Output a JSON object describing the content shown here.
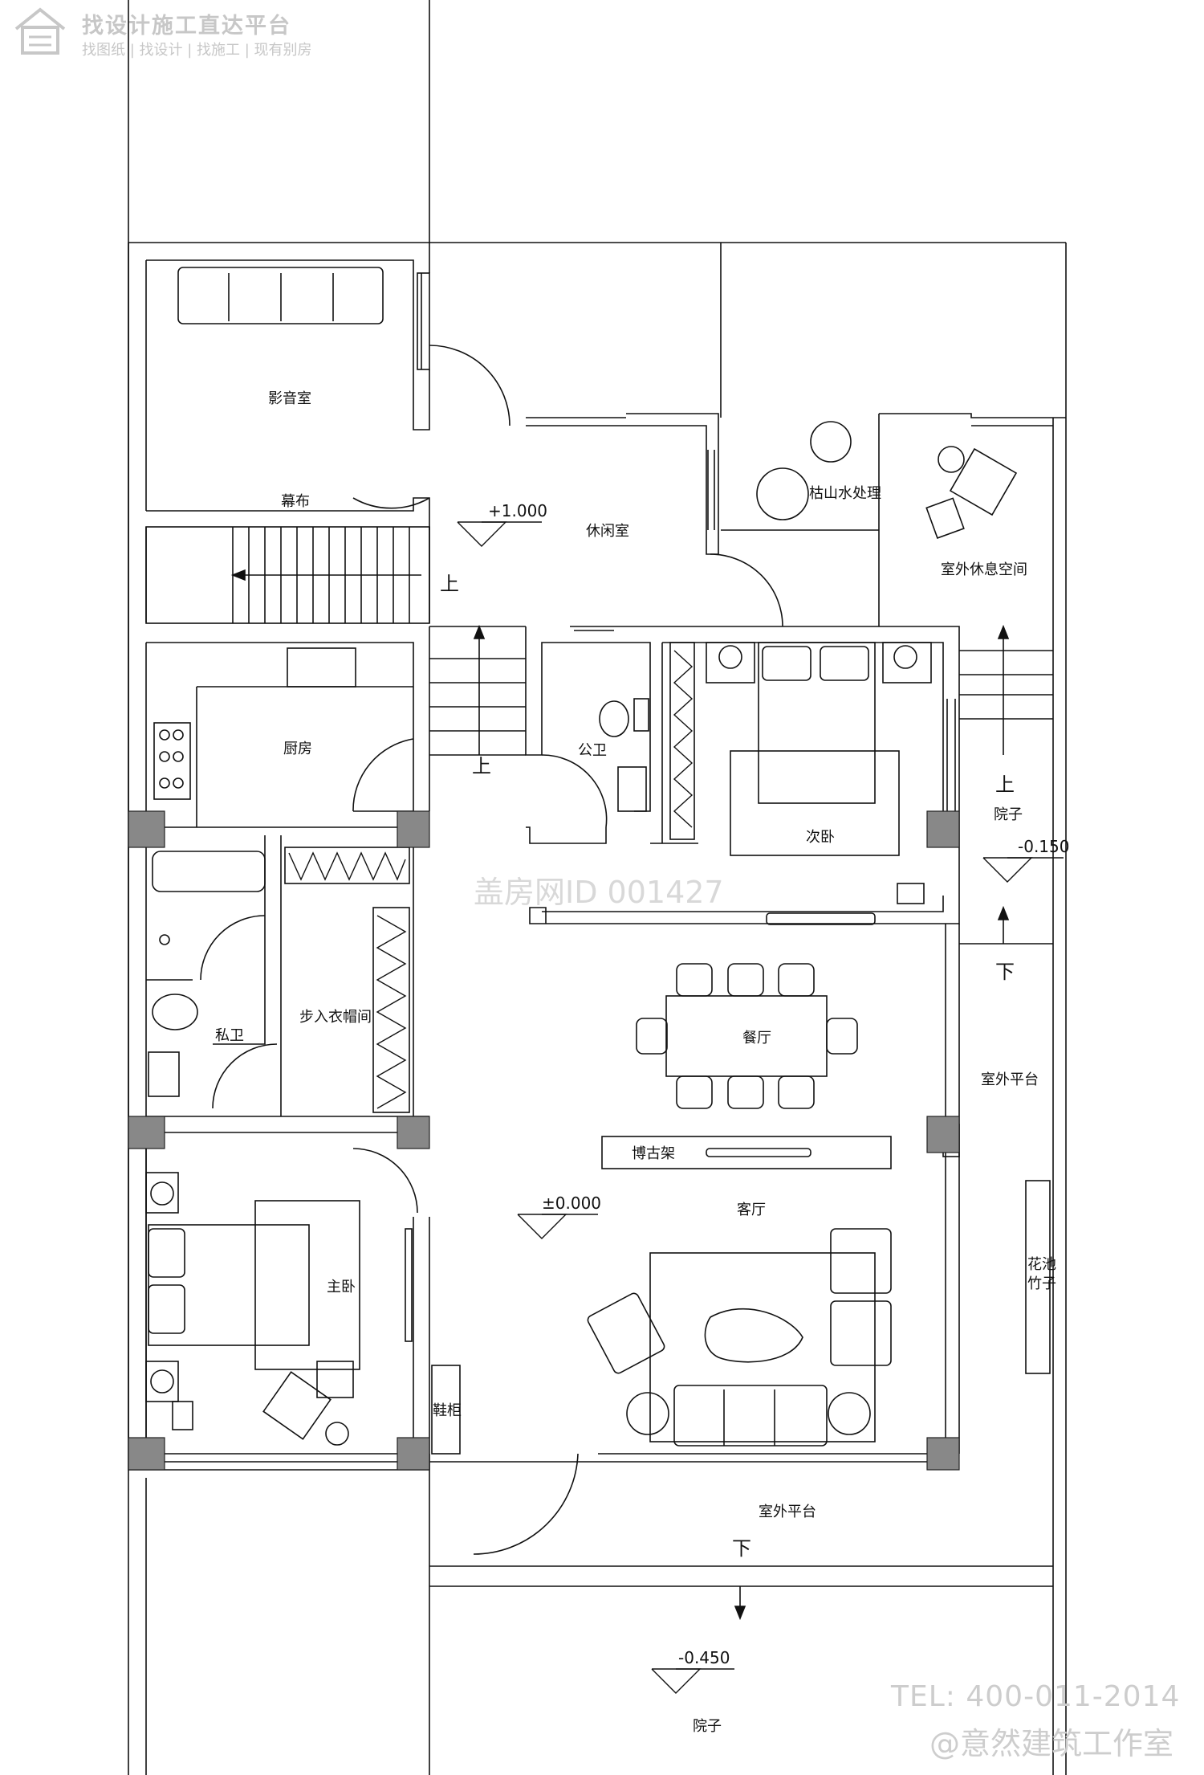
{
  "watermark": {
    "title": "找设计施工直达平台",
    "subtitle": "找图纸 | 找设计 | 找施工 | 现有别房",
    "center_id": "盖房网ID 001427",
    "tel": "TEL: 400-011-2014",
    "studio": "@意然建筑工作室"
  },
  "rooms": {
    "theater": "影音室",
    "curtain": "幕布",
    "lounge": "休闲室",
    "dry_garden": "枯山水处理",
    "outdoor_rest": "室外休息空间",
    "kitchen": "厨房",
    "public_bath": "公卫",
    "second_bedroom": "次卧",
    "courtyard_east": "院子",
    "private_bath": "私卫",
    "walkin_closet": "步入衣帽间",
    "dining": "餐厅",
    "outdoor_terrace_east": "室外平台",
    "display_shelf": "博古架",
    "living": "客厅",
    "master_bedroom": "主卧",
    "flower_bed": "花池",
    "bamboo": "竹子",
    "shoe_cabinet": "鞋柜",
    "outdoor_terrace_south": "室外平台",
    "courtyard_south": "院子"
  },
  "stairs": {
    "up_1": "上",
    "up_2": "上",
    "up_3": "上",
    "down_1": "下",
    "down_2": "下"
  },
  "levels": {
    "lounge": "+1.000",
    "courtyard_east": "-0.150",
    "living": "±0.000",
    "courtyard_south": "-0.450"
  }
}
